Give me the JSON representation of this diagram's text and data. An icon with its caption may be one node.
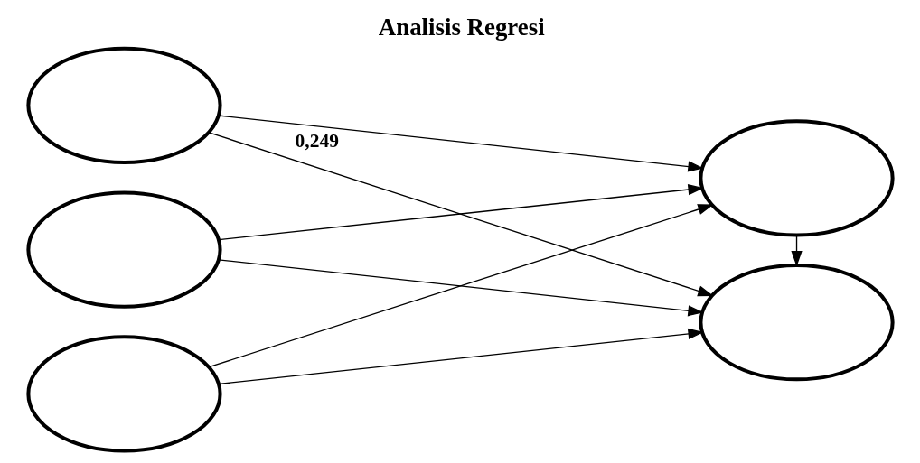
{
  "diagram": {
    "title": "Analisis Regresi",
    "nodes": [
      {
        "text": [],
        "shape": "ellipse"
      },
      {
        "text": [],
        "shape": "ellipse"
      },
      {
        "text": [],
        "shape": "ellipse"
      },
      {
        "text": [],
        "shape": "ellipse"
      },
      {
        "text": [],
        "shape": "ellipse"
      }
    ],
    "edges": [
      {
        "from": 0,
        "to": 3,
        "arrow": "to",
        "label": "0,249"
      },
      {
        "from": 0,
        "to": 4,
        "arrow": "to"
      },
      {
        "from": 1,
        "to": 3,
        "arrow": "to"
      },
      {
        "from": 1,
        "to": 4,
        "arrow": "to"
      },
      {
        "from": 2,
        "to": 3,
        "arrow": "to"
      },
      {
        "from": 2,
        "to": 4,
        "arrow": "to"
      },
      {
        "from": 4,
        "to": 3,
        "arrow": "to"
      }
    ]
  }
}
